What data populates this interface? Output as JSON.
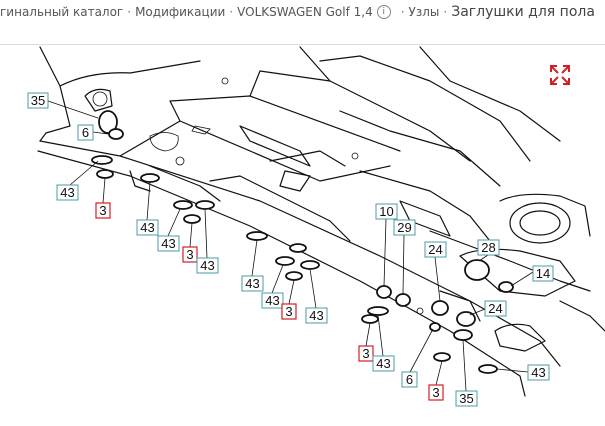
{
  "breadcrumb": {
    "items": [
      "гинальный каталог",
      "Модификации",
      "VOLKSWAGEN Golf 1,4",
      "Узлы"
    ],
    "separator": "·",
    "current": "Заглушки для пола"
  },
  "icons": {
    "info": "info-icon",
    "expand": "expand-icon"
  },
  "colors": {
    "callout_border": "#4c9aa8",
    "callout_highlight_border": "#d11f24",
    "expand_icon": "#d11f24"
  },
  "callouts": [
    {
      "id": "c35a",
      "label": "35",
      "highlight": false
    },
    {
      "id": "c6a",
      "label": "6",
      "highlight": false
    },
    {
      "id": "c43a",
      "label": "43",
      "highlight": false
    },
    {
      "id": "c3a",
      "label": "3",
      "highlight": true
    },
    {
      "id": "c43b",
      "label": "43",
      "highlight": false
    },
    {
      "id": "c43c",
      "label": "43",
      "highlight": false
    },
    {
      "id": "c3b",
      "label": "3",
      "highlight": true
    },
    {
      "id": "c43d",
      "label": "43",
      "highlight": false
    },
    {
      "id": "c43e",
      "label": "43",
      "highlight": false
    },
    {
      "id": "c43f",
      "label": "43",
      "highlight": false
    },
    {
      "id": "c3c",
      "label": "3",
      "highlight": true
    },
    {
      "id": "c43g",
      "label": "43",
      "highlight": false
    },
    {
      "id": "c10",
      "label": "10",
      "highlight": false
    },
    {
      "id": "c29",
      "label": "29",
      "highlight": false
    },
    {
      "id": "c24a",
      "label": "24",
      "highlight": false
    },
    {
      "id": "c28",
      "label": "28",
      "highlight": false
    },
    {
      "id": "c14",
      "label": "14",
      "highlight": false
    },
    {
      "id": "c24b",
      "label": "24",
      "highlight": false
    },
    {
      "id": "c3d",
      "label": "3",
      "highlight": true
    },
    {
      "id": "c43h",
      "label": "43",
      "highlight": false
    },
    {
      "id": "c6b",
      "label": "6",
      "highlight": false
    },
    {
      "id": "c3e",
      "label": "3",
      "highlight": true
    },
    {
      "id": "c35b",
      "label": "35",
      "highlight": false
    },
    {
      "id": "c43i",
      "label": "43",
      "highlight": false
    }
  ]
}
